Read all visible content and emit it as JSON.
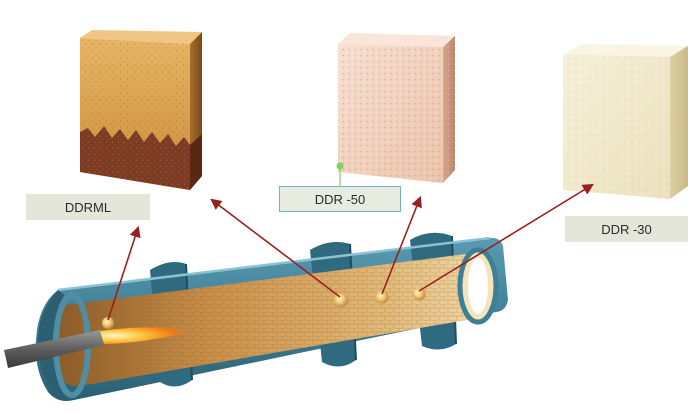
{
  "labels": {
    "brick_left": "DDRML",
    "brick_middle": "DDR -50",
    "brick_right": "DDR -30"
  },
  "colors": {
    "arrow": "#9b1f1f",
    "label_bg": "#e3e6d8",
    "shell": "#3e7f96",
    "lining": "#d9a35a",
    "connector_dot": "#7dd655"
  }
}
